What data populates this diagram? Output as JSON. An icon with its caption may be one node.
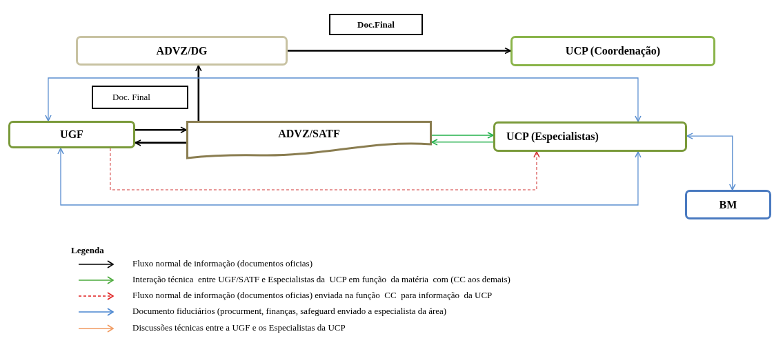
{
  "diagram": {
    "nodes": [
      {
        "text": [
          "Doc.Final"
        ]
      },
      {
        "text": [
          "ADVZ/DG"
        ]
      },
      {
        "text": [
          "UCP (Coordenação)"
        ]
      },
      {
        "text": [
          "Doc. Final"
        ]
      },
      {
        "text": [
          "UGF"
        ]
      },
      {
        "text": [
          "ADVZ/SATF"
        ]
      },
      {
        "text": [
          "UCP (Especialistas)"
        ]
      },
      {
        "text": [
          "BM"
        ]
      }
    ],
    "edges": [
      {
        "from": 1,
        "to": 2,
        "arrow": "to"
      },
      {
        "from": 5,
        "to": 1,
        "arrow": "to"
      },
      {
        "from": 4,
        "to": 5,
        "arrow": "to"
      },
      {
        "from": 5,
        "to": 4,
        "arrow": "to"
      },
      {
        "from": 5,
        "to": 6,
        "arrow": "to",
        "color": "#22b04a"
      },
      {
        "from": 6,
        "to": 5,
        "arrow": "to",
        "color": "#22b04a"
      },
      {
        "from": 4,
        "to": 6,
        "arrow": "both",
        "color": "#5b8fd0"
      },
      {
        "from": 4,
        "to": 6,
        "arrow": "both",
        "color": "#5b8fd0"
      },
      {
        "from": 6,
        "to": 7,
        "arrow": "both",
        "color": "#5b8fd0"
      },
      {
        "from": 4,
        "to": 6,
        "arrow": "to",
        "style": "dashed",
        "color": "#d03030"
      }
    ],
    "labels": [
      "Legenda"
    ],
    "legend": [
      {
        "text": "Fluxo normal de informação (documentos oficias)"
      },
      {
        "text": "Interação técnica  entre UGF/SATF e Especialistas da  UCP em função  da matéria  com (CC aos demais)"
      },
      {
        "text": "Fluxo normal de informação (documentos oficias) enviada na função  CC  para informação  da UCP"
      },
      {
        "text": "Documento fiduciários (procurment, finanças, safeguard enviado a especialista da área)"
      },
      {
        "text": "Discussões técnicas entre a UGF e os Especialistas da UCP"
      }
    ]
  }
}
